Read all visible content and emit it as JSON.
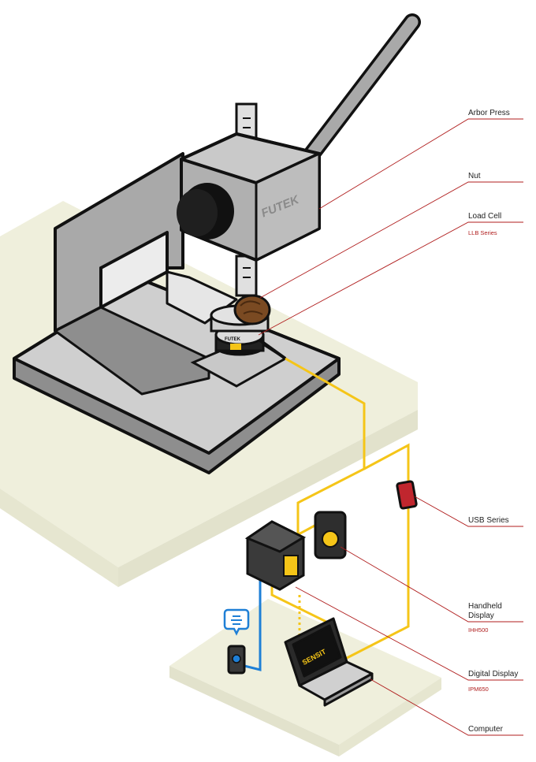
{
  "labels": {
    "arbor_press": "Arbor Press",
    "nut": "Nut",
    "load_cell": "Load Cell",
    "load_cell_series": "LLB Series",
    "usb_series": "USB Series",
    "handheld_display_line1": "Handheld",
    "handheld_display_line2": "Display",
    "handheld_model": "IHH500",
    "digital_display": "Digital Display",
    "digital_model": "IPM650",
    "computer": "Computer"
  },
  "brand": {
    "press_logo": "FUTEK",
    "load_cell_logo": "FUTEK",
    "laptop_logo": "SENSIT"
  },
  "colors": {
    "callout_line": "#b01e1e",
    "signal_cable": "#f5c518",
    "blue_cable": "#1e7fd6",
    "table": "#efefdc",
    "press_gray": "#b5b5b5",
    "outline": "#111111"
  }
}
